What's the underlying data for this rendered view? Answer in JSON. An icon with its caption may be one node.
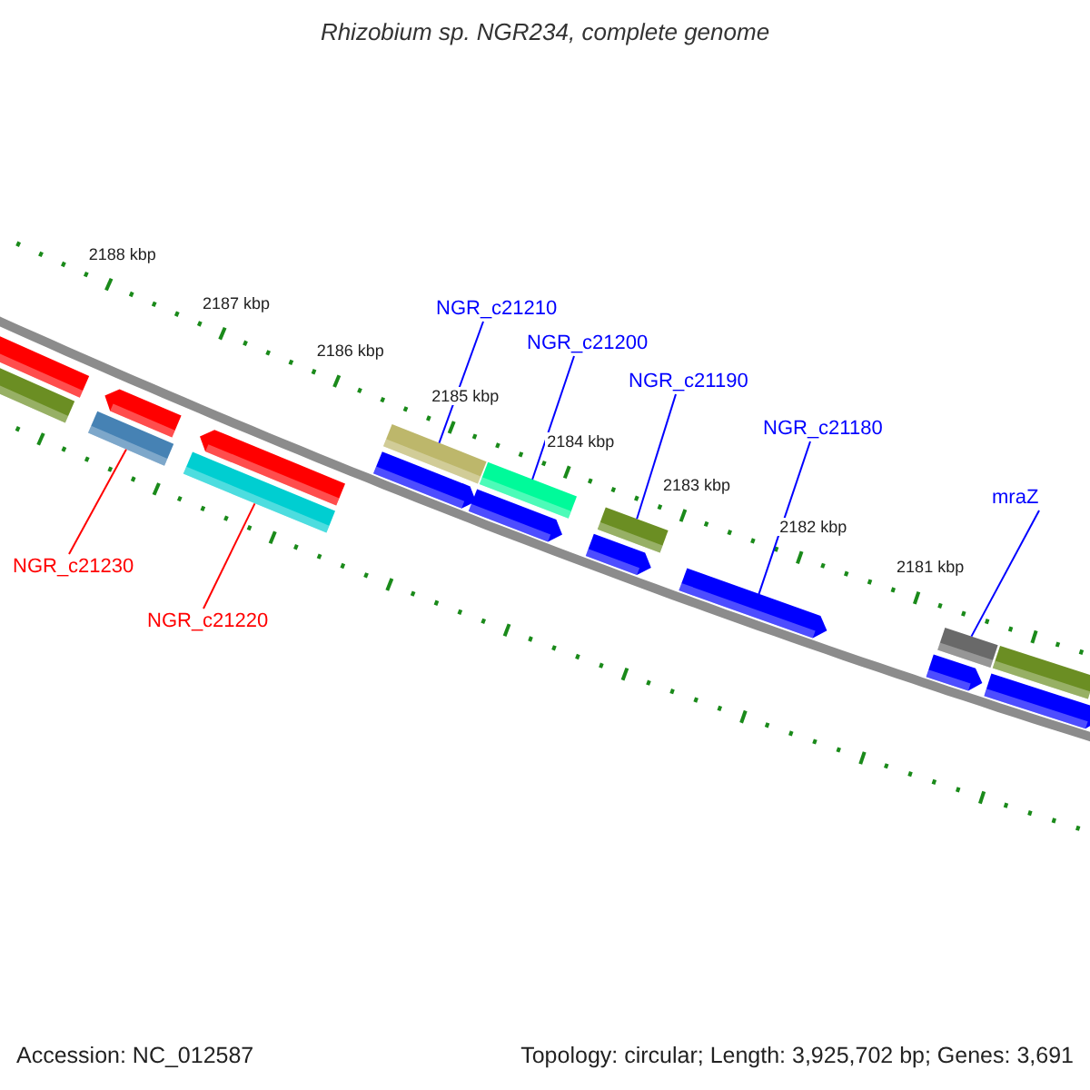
{
  "diagram": {
    "title": "Rhizobium sp. NGR234, complete genome",
    "nodes": [
      {
        "text": [
          "NGR_c21210"
        ]
      },
      {
        "text": [
          "NGR_c21200"
        ]
      },
      {
        "text": [
          "NGR_c21190"
        ]
      },
      {
        "text": [
          "NGR_c21180"
        ]
      },
      {
        "text": [
          "mraZ"
        ]
      },
      {
        "text": [
          "NGR_c21230"
        ]
      },
      {
        "text": [
          "NGR_c21220"
        ]
      },
      {
        "text": [],
        "shape": "arrow"
      },
      {
        "text": [],
        "shape": "bar"
      },
      {
        "text": [],
        "shape": "arrow"
      },
      {
        "text": [],
        "shape": "bar"
      },
      {
        "text": [],
        "shape": "arrow"
      },
      {
        "text": [],
        "shape": "bar"
      },
      {
        "text": [],
        "shape": "bar"
      },
      {
        "text": [],
        "shape": "arrow"
      },
      {
        "text": [],
        "shape": "bar"
      },
      {
        "text": [],
        "shape": "arrow"
      },
      {
        "text": [],
        "shape": "bar"
      },
      {
        "text": [],
        "shape": "arrow"
      },
      {
        "text": [],
        "shape": "arrow"
      },
      {
        "text": [],
        "shape": "bar"
      },
      {
        "text": [],
        "shape": "arrow"
      },
      {
        "text": [],
        "shape": "bar"
      },
      {
        "text": [],
        "shape": "arrow"
      }
    ],
    "edges": [
      {
        "from": 0,
        "to": 13,
        "arrow": "none"
      },
      {
        "from": 1,
        "to": 15,
        "arrow": "none"
      },
      {
        "from": 2,
        "to": 17,
        "arrow": "none"
      },
      {
        "from": 3,
        "to": 19,
        "arrow": "none"
      },
      {
        "from": 4,
        "to": 20,
        "arrow": "none"
      },
      {
        "from": 5,
        "to": 10,
        "arrow": "none",
        "color": "#ff0000"
      },
      {
        "from": 6,
        "to": 12,
        "arrow": "none",
        "color": "#ff0000"
      }
    ],
    "labels": [
      "2188 kbp",
      "2187 kbp",
      "2186 kbp",
      "2185 kbp",
      "2184 kbp",
      "2183 kbp",
      "2182 kbp",
      "2181 kbp",
      "Accession: NC_012587",
      "Topology: circular; Length: 3,925,702 bp; Genes: 3,691"
    ]
  }
}
